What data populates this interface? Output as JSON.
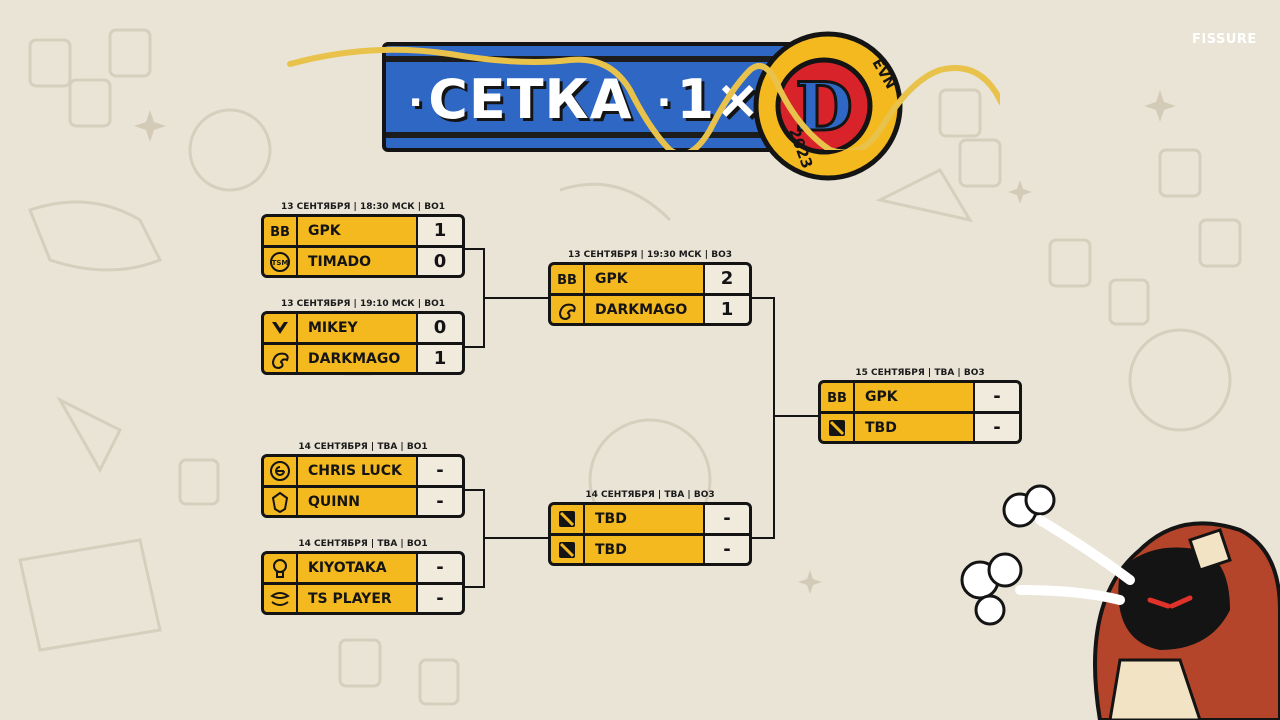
{
  "brand": "FISSURE",
  "title": {
    "dot": "·",
    "word": "СЕТКА",
    "format": "1×1"
  },
  "logo": {
    "letter": "D",
    "top_text": "EVN",
    "year": "2023"
  },
  "matches": [
    {
      "label": "13 СЕНТЯБРЯ | 18:30 МСК | BO1",
      "teams": [
        {
          "icon": "bb-icon",
          "name": "GPK",
          "score": "1"
        },
        {
          "icon": "tsm-icon",
          "name": "TIMADO",
          "score": "0"
        }
      ]
    },
    {
      "label": "13 СЕНТЯБРЯ | 19:10 МСК | BO1",
      "teams": [
        {
          "icon": "navi-icon",
          "name": "MIKEY",
          "score": "0"
        },
        {
          "icon": "dragon-icon",
          "name": "DARKMAGO",
          "score": "1"
        }
      ]
    },
    {
      "label": "14 СЕНТЯБРЯ | TBA | BO1",
      "teams": [
        {
          "icon": "eg-icon",
          "name": "CHRIS LUCK",
          "score": "-"
        },
        {
          "icon": "gaimin-icon",
          "name": "QUINN",
          "score": "-"
        }
      ]
    },
    {
      "label": "14 СЕНТЯБРЯ | TBA | BO1",
      "teams": [
        {
          "icon": "skull-icon",
          "name": "KIYOTAKA",
          "score": "-"
        },
        {
          "icon": "secret-icon",
          "name": "TS PLAYER",
          "score": "-"
        }
      ]
    },
    {
      "label": "13 СЕНТЯБРЯ | 19:30 МСК | BO3",
      "teams": [
        {
          "icon": "bb-icon",
          "name": "GPK",
          "score": "2"
        },
        {
          "icon": "dragon-icon",
          "name": "DARKMAGO",
          "score": "1"
        }
      ]
    },
    {
      "label": "14 СЕНТЯБРЯ | TBA | BO3",
      "teams": [
        {
          "icon": "dota-icon",
          "name": "TBD",
          "score": "-"
        },
        {
          "icon": "dota-icon",
          "name": "TBD",
          "score": "-"
        }
      ]
    },
    {
      "label": "15 СЕНТЯБРЯ | TBA | BO3",
      "teams": [
        {
          "icon": "bb-icon",
          "name": "GPK",
          "score": "-"
        },
        {
          "icon": "dota-icon",
          "name": "TBD",
          "score": "-"
        }
      ]
    }
  ],
  "colors": {
    "background": "#e9e4d6",
    "card_yellow": "#f4b91e",
    "score_bg": "#f1ebdd",
    "banner_blue": "#2f67c4",
    "outline": "#141414",
    "badge_red": "#d8232a"
  }
}
